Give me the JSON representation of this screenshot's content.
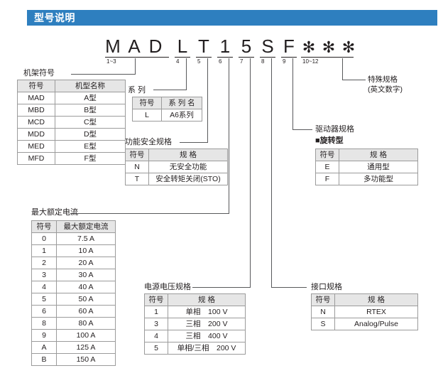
{
  "header": {
    "title": "型号说明"
  },
  "model": {
    "chars": [
      "M",
      "A",
      "D",
      "L",
      "T",
      "1",
      "5",
      "S",
      "F",
      "✻",
      "✻",
      "✻"
    ],
    "position_labels": [
      "1~3",
      "4",
      "5",
      "6",
      "7",
      "8",
      "9",
      "10~12"
    ]
  },
  "sections": {
    "frame": {
      "caption": "机架符号",
      "columns": [
        "符号",
        "机型名称"
      ],
      "rows": [
        [
          "MAD",
          "A型"
        ],
        [
          "MBD",
          "B型"
        ],
        [
          "MCD",
          "C型"
        ],
        [
          "MDD",
          "D型"
        ],
        [
          "MED",
          "E型"
        ],
        [
          "MFD",
          "F型"
        ]
      ]
    },
    "series": {
      "caption": "系  列",
      "columns": [
        "符号",
        "系 列 名"
      ],
      "rows": [
        [
          "L",
          "A6系列"
        ]
      ]
    },
    "safety": {
      "caption": "功能安全规格",
      "columns": [
        "符号",
        "规  格"
      ],
      "rows": [
        [
          "N",
          "无安全功能"
        ],
        [
          "T",
          "安全转矩关闭(STO)"
        ]
      ]
    },
    "current": {
      "caption": "最大额定电流",
      "columns": [
        "符号",
        "最大额定电流"
      ],
      "rows": [
        [
          "0",
          "7.5 A"
        ],
        [
          "1",
          "10 A"
        ],
        [
          "2",
          "20 A"
        ],
        [
          "3",
          "30 A"
        ],
        [
          "4",
          "40 A"
        ],
        [
          "5",
          "50 A"
        ],
        [
          "6",
          "60 A"
        ],
        [
          "8",
          "80 A"
        ],
        [
          "9",
          "100 A"
        ],
        [
          "A",
          "125 A"
        ],
        [
          "B",
          "150 A"
        ]
      ]
    },
    "voltage": {
      "caption": "电源电压规格",
      "columns": [
        "符号",
        "规  格"
      ],
      "rows": [
        [
          "1",
          "单相　100 V"
        ],
        [
          "3",
          "三相　200 V"
        ],
        [
          "4",
          "三相　400 V"
        ],
        [
          "5",
          "单相/三相　200 V"
        ]
      ]
    },
    "interface": {
      "caption": "接口规格",
      "columns": [
        "符号",
        "规  格"
      ],
      "rows": [
        [
          "N",
          "RTEX"
        ],
        [
          "S",
          "Analog/Pulse"
        ]
      ]
    },
    "driver": {
      "caption": "驱动器规格",
      "subcaption": "■旋转型",
      "columns": [
        "符号",
        "规  格"
      ],
      "rows": [
        [
          "E",
          "通用型"
        ],
        [
          "F",
          "多功能型"
        ]
      ]
    },
    "special": {
      "caption_line1": "特殊规格",
      "caption_line2": "(英文数字)"
    }
  },
  "colors": {
    "banner": "#2e7fbf",
    "table_header": "#e6e6e6",
    "border": "#9b9b9b",
    "text": "#231f20"
  }
}
